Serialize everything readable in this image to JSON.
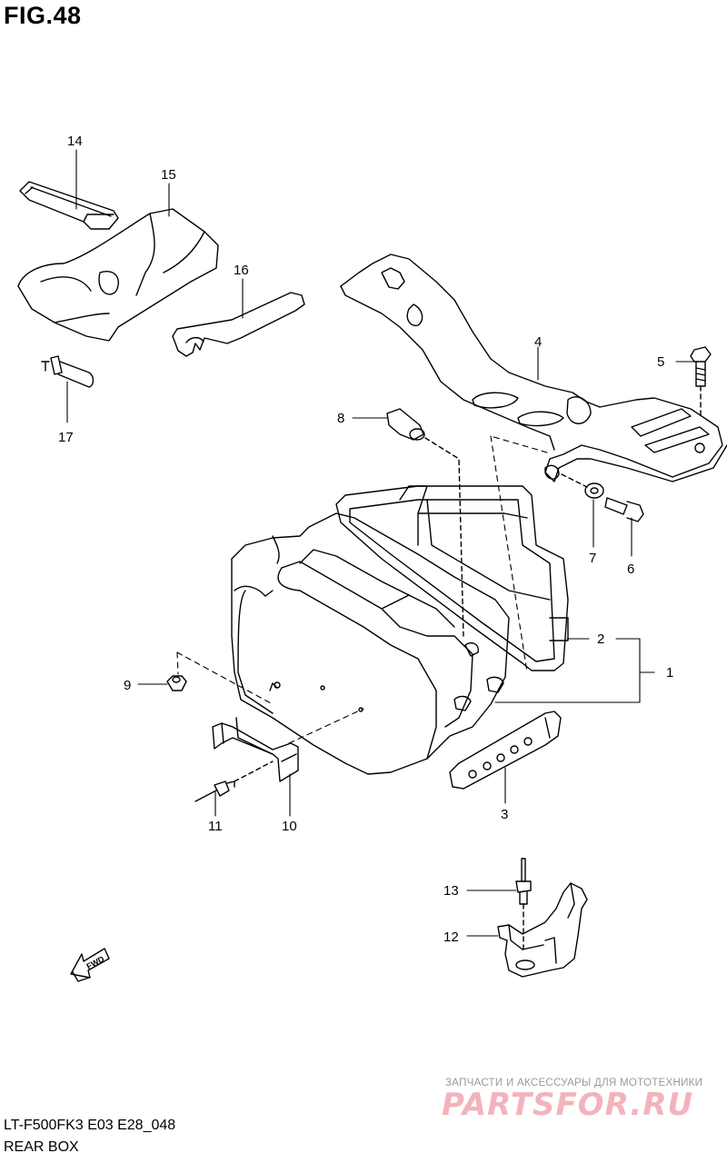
{
  "figure": {
    "title": "FIG.48",
    "model_code": "LT-F500FK3 E03 E28_048",
    "section_name": "REAR BOX"
  },
  "callouts": [
    "1",
    "2",
    "3",
    "4",
    "5",
    "6",
    "7",
    "8",
    "9",
    "10",
    "11",
    "12",
    "13",
    "14",
    "15",
    "16",
    "17"
  ],
  "fwd_label": "FWD",
  "watermark": {
    "caption": "ЗАПЧАСТИ И АКСЕССУАРЫ ДЛЯ МОТОТЕХНИКИ",
    "logo": "PARTSFOR.RU"
  },
  "colors": {
    "line": "#000000",
    "watermark_logo": "#f3b3bc",
    "watermark_caption": "#9a9a9a"
  }
}
